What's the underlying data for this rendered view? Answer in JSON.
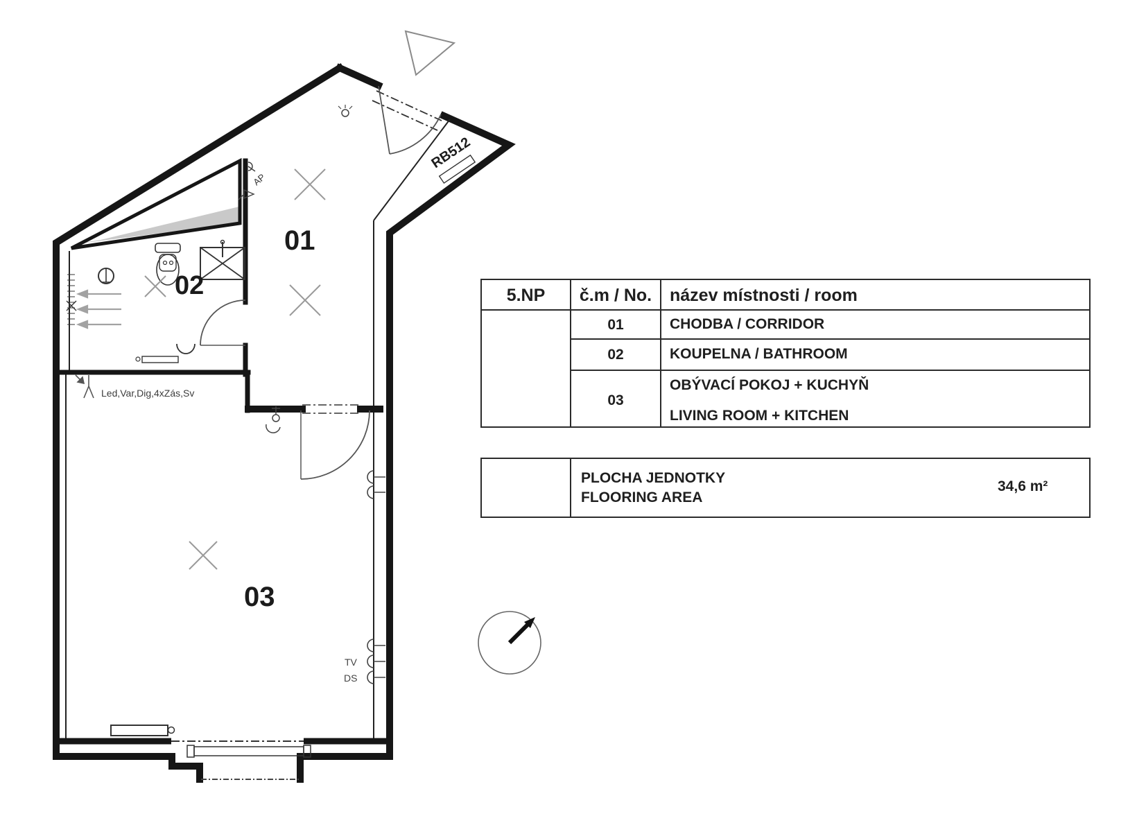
{
  "floorplan": {
    "room_labels": {
      "r01": "01",
      "r02": "02",
      "r03": "03"
    },
    "entrance_door_label": "RB512",
    "access_point_label": "AP",
    "kitchen_equipment_label": "Led,Var,Dig,4xZás,Sv",
    "tv_socket_label": "TV",
    "ds_socket_label": "DS"
  },
  "room_table": {
    "floor_label": "5.NP",
    "col_no": "č.m / No.",
    "col_name": "název místnosti / room",
    "rows": [
      {
        "no": "01",
        "name_l1": "CHODBA / CORRIDOR",
        "name_l2": ""
      },
      {
        "no": "02",
        "name_l1": "KOUPELNA / BATHROOM",
        "name_l2": ""
      },
      {
        "no": "03",
        "name_l1": "OBÝVACÍ POKOJ + KUCHYŇ",
        "name_l2": "LIVING ROOM + KITCHEN"
      }
    ]
  },
  "area_table": {
    "label_l1": "PLOCHA JEDNOTKY",
    "label_l2": "FLOORING AREA",
    "value": "34,6 m²"
  }
}
